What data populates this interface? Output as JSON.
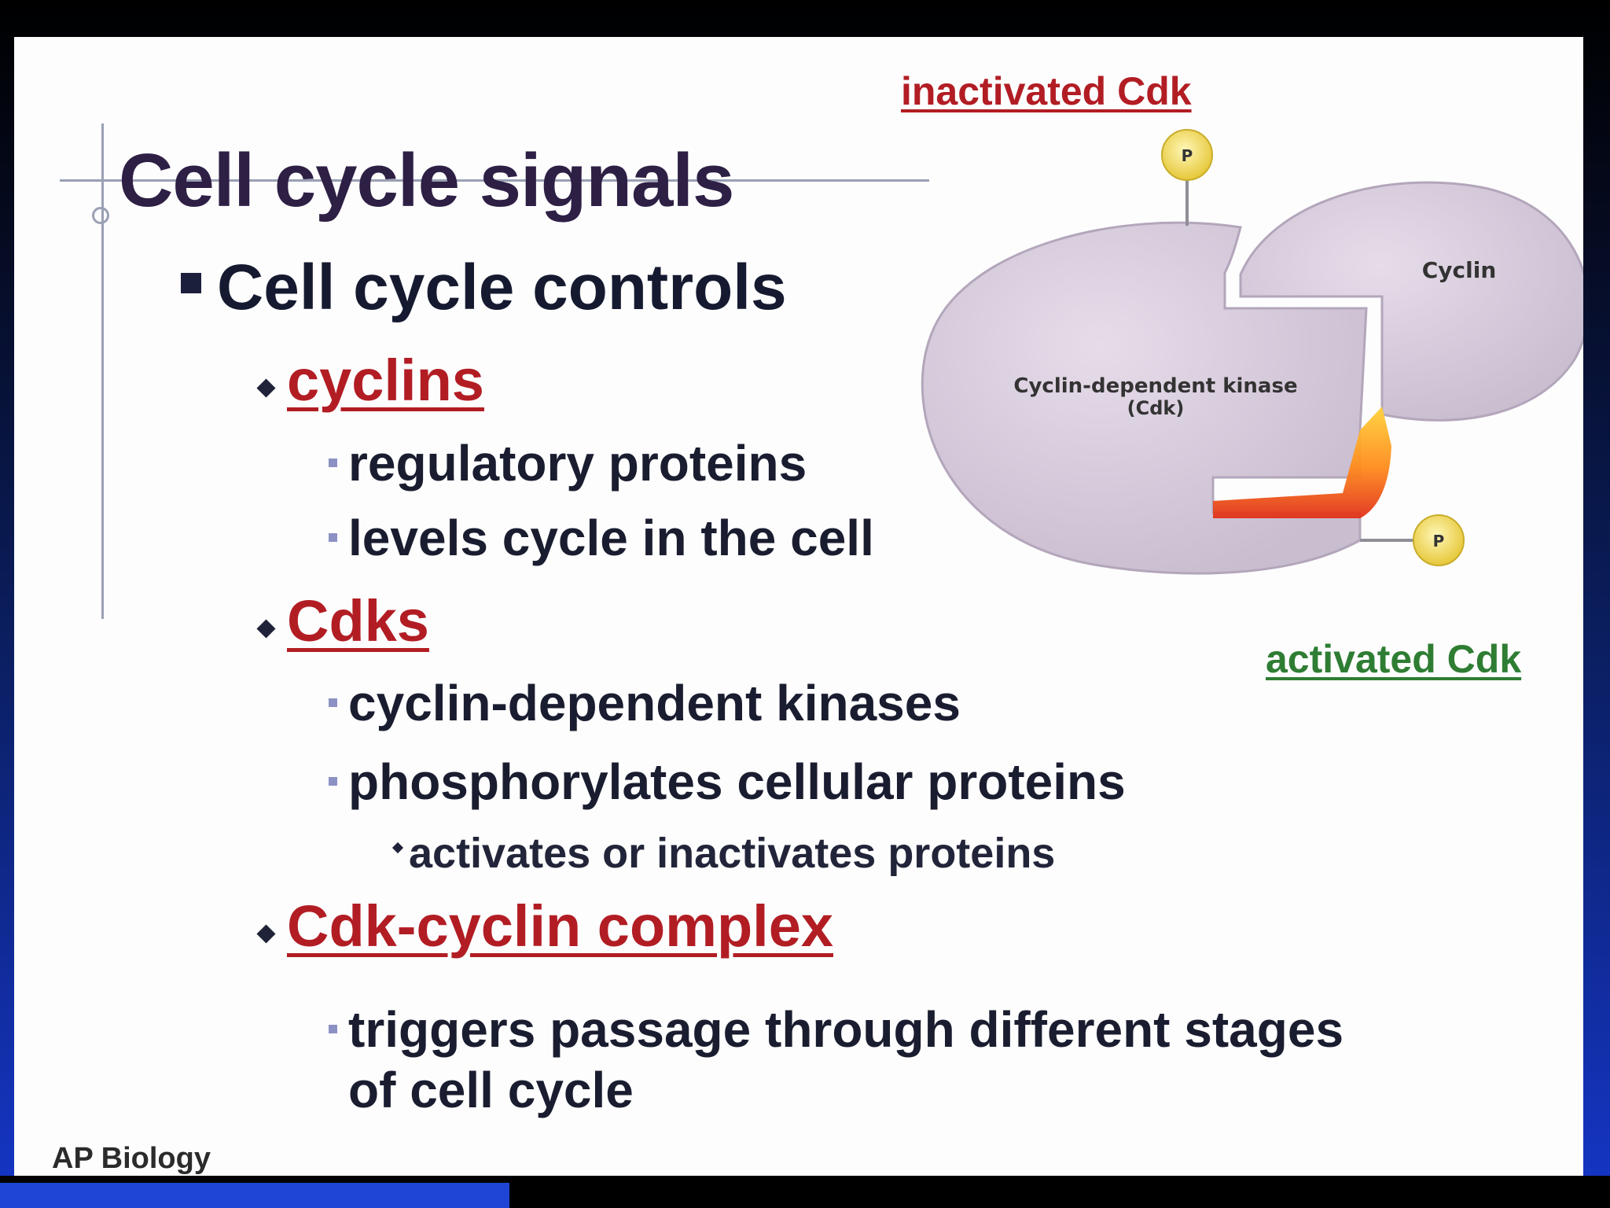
{
  "slide": {
    "title": "Cell cycle signals",
    "bullet1": "Cell cycle controls",
    "cyclins": {
      "heading": "cyclins",
      "points": [
        "regulatory proteins",
        "levels cycle in the cell"
      ]
    },
    "cdks": {
      "heading": "Cdks",
      "points": [
        "cyclin-dependent kinases",
        "phosphorylates cellular proteins"
      ],
      "subpoint": "activates or inactivates proteins"
    },
    "complex": {
      "heading": "Cdk-cyclin complex",
      "point_line1": "triggers passage through different stages",
      "point_line2": "of cell cycle"
    },
    "footer": "AP Biology"
  },
  "diagram": {
    "inactivated_label": "inactivated Cdk",
    "activated_label": "activated Cdk",
    "cyclin_label": "Cyclin",
    "cdk_label_line1": "Cyclin-dependent kinase",
    "cdk_label_line2": "(Cdk)",
    "phosphate_label": "P"
  },
  "colors": {
    "title": "#2e1f45",
    "heading_red": "#b21d24",
    "activated_green": "#2e7d33",
    "protein_fill": "#d8ccdc",
    "phosphate_yellow": "#f2de55"
  }
}
